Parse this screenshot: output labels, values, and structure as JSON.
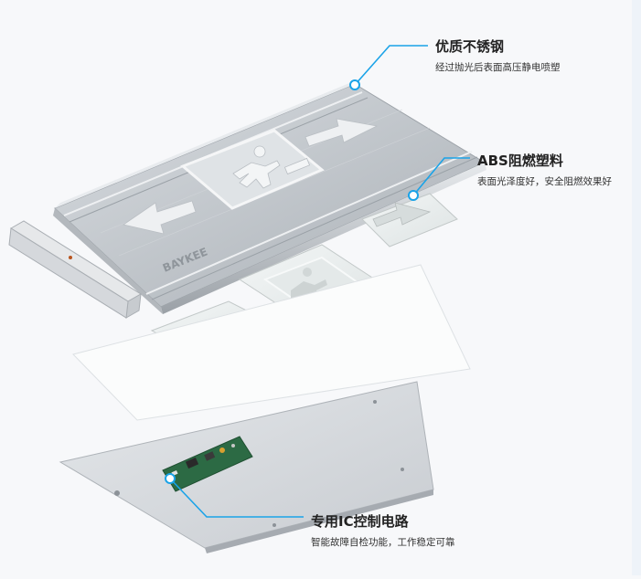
{
  "brand": "BAYKEE",
  "accent_color": "#1aa3e8",
  "callouts": [
    {
      "title": "优质不锈钢",
      "subtitle": "经过抛光后表面高压静电喷塑"
    },
    {
      "title": "ABS阻燃塑料",
      "subtitle": "表面光泽度好，安全阻燃效果好"
    },
    {
      "title": "专用IC控制电路",
      "subtitle": "智能故障自检功能，工作稳定可靠"
    }
  ],
  "icons": [
    "exit-running-man-icon",
    "arrow-left-icon",
    "arrow-right-icon"
  ]
}
